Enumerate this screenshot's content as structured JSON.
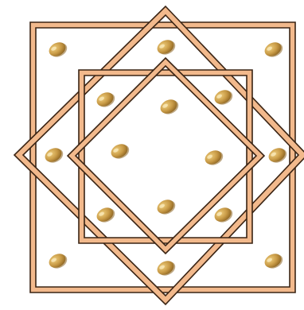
{
  "colors": {
    "background": "#ffffff",
    "frame_fill": "#f2b98c",
    "frame_stroke": "#3a2414",
    "bean_light": "#f0cf7e",
    "bean_mid": "#c89a46",
    "bean_dark": "#8a6220"
  },
  "figure": {
    "frames": [
      {
        "id": "outer-square",
        "shape": "square"
      },
      {
        "id": "outer-diamond",
        "shape": "diamond"
      },
      {
        "id": "inner-square",
        "shape": "square"
      },
      {
        "id": "inner-diamond",
        "shape": "diamond"
      }
    ],
    "bean_count": 16,
    "bean_icon": "bean-icon"
  }
}
